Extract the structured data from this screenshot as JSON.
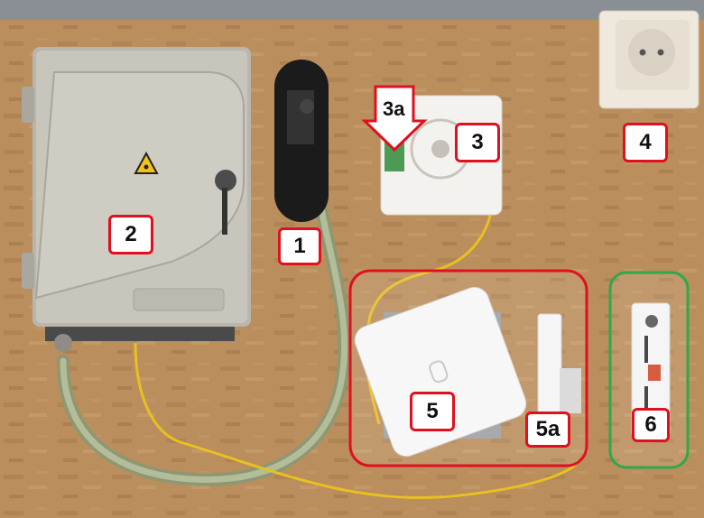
{
  "labels": {
    "l1": "1",
    "l2": "2",
    "l3": "3",
    "l3a": "3a",
    "l4": "4",
    "l5": "5",
    "l5a": "5a",
    "l6": "6"
  },
  "colors": {
    "board": "#b98d5c",
    "label_border": "#e0101e",
    "group_5": "#e0101e",
    "group_6": "#2fa84a",
    "fiber": "#e8c020",
    "conduit": "#a4b08a"
  }
}
